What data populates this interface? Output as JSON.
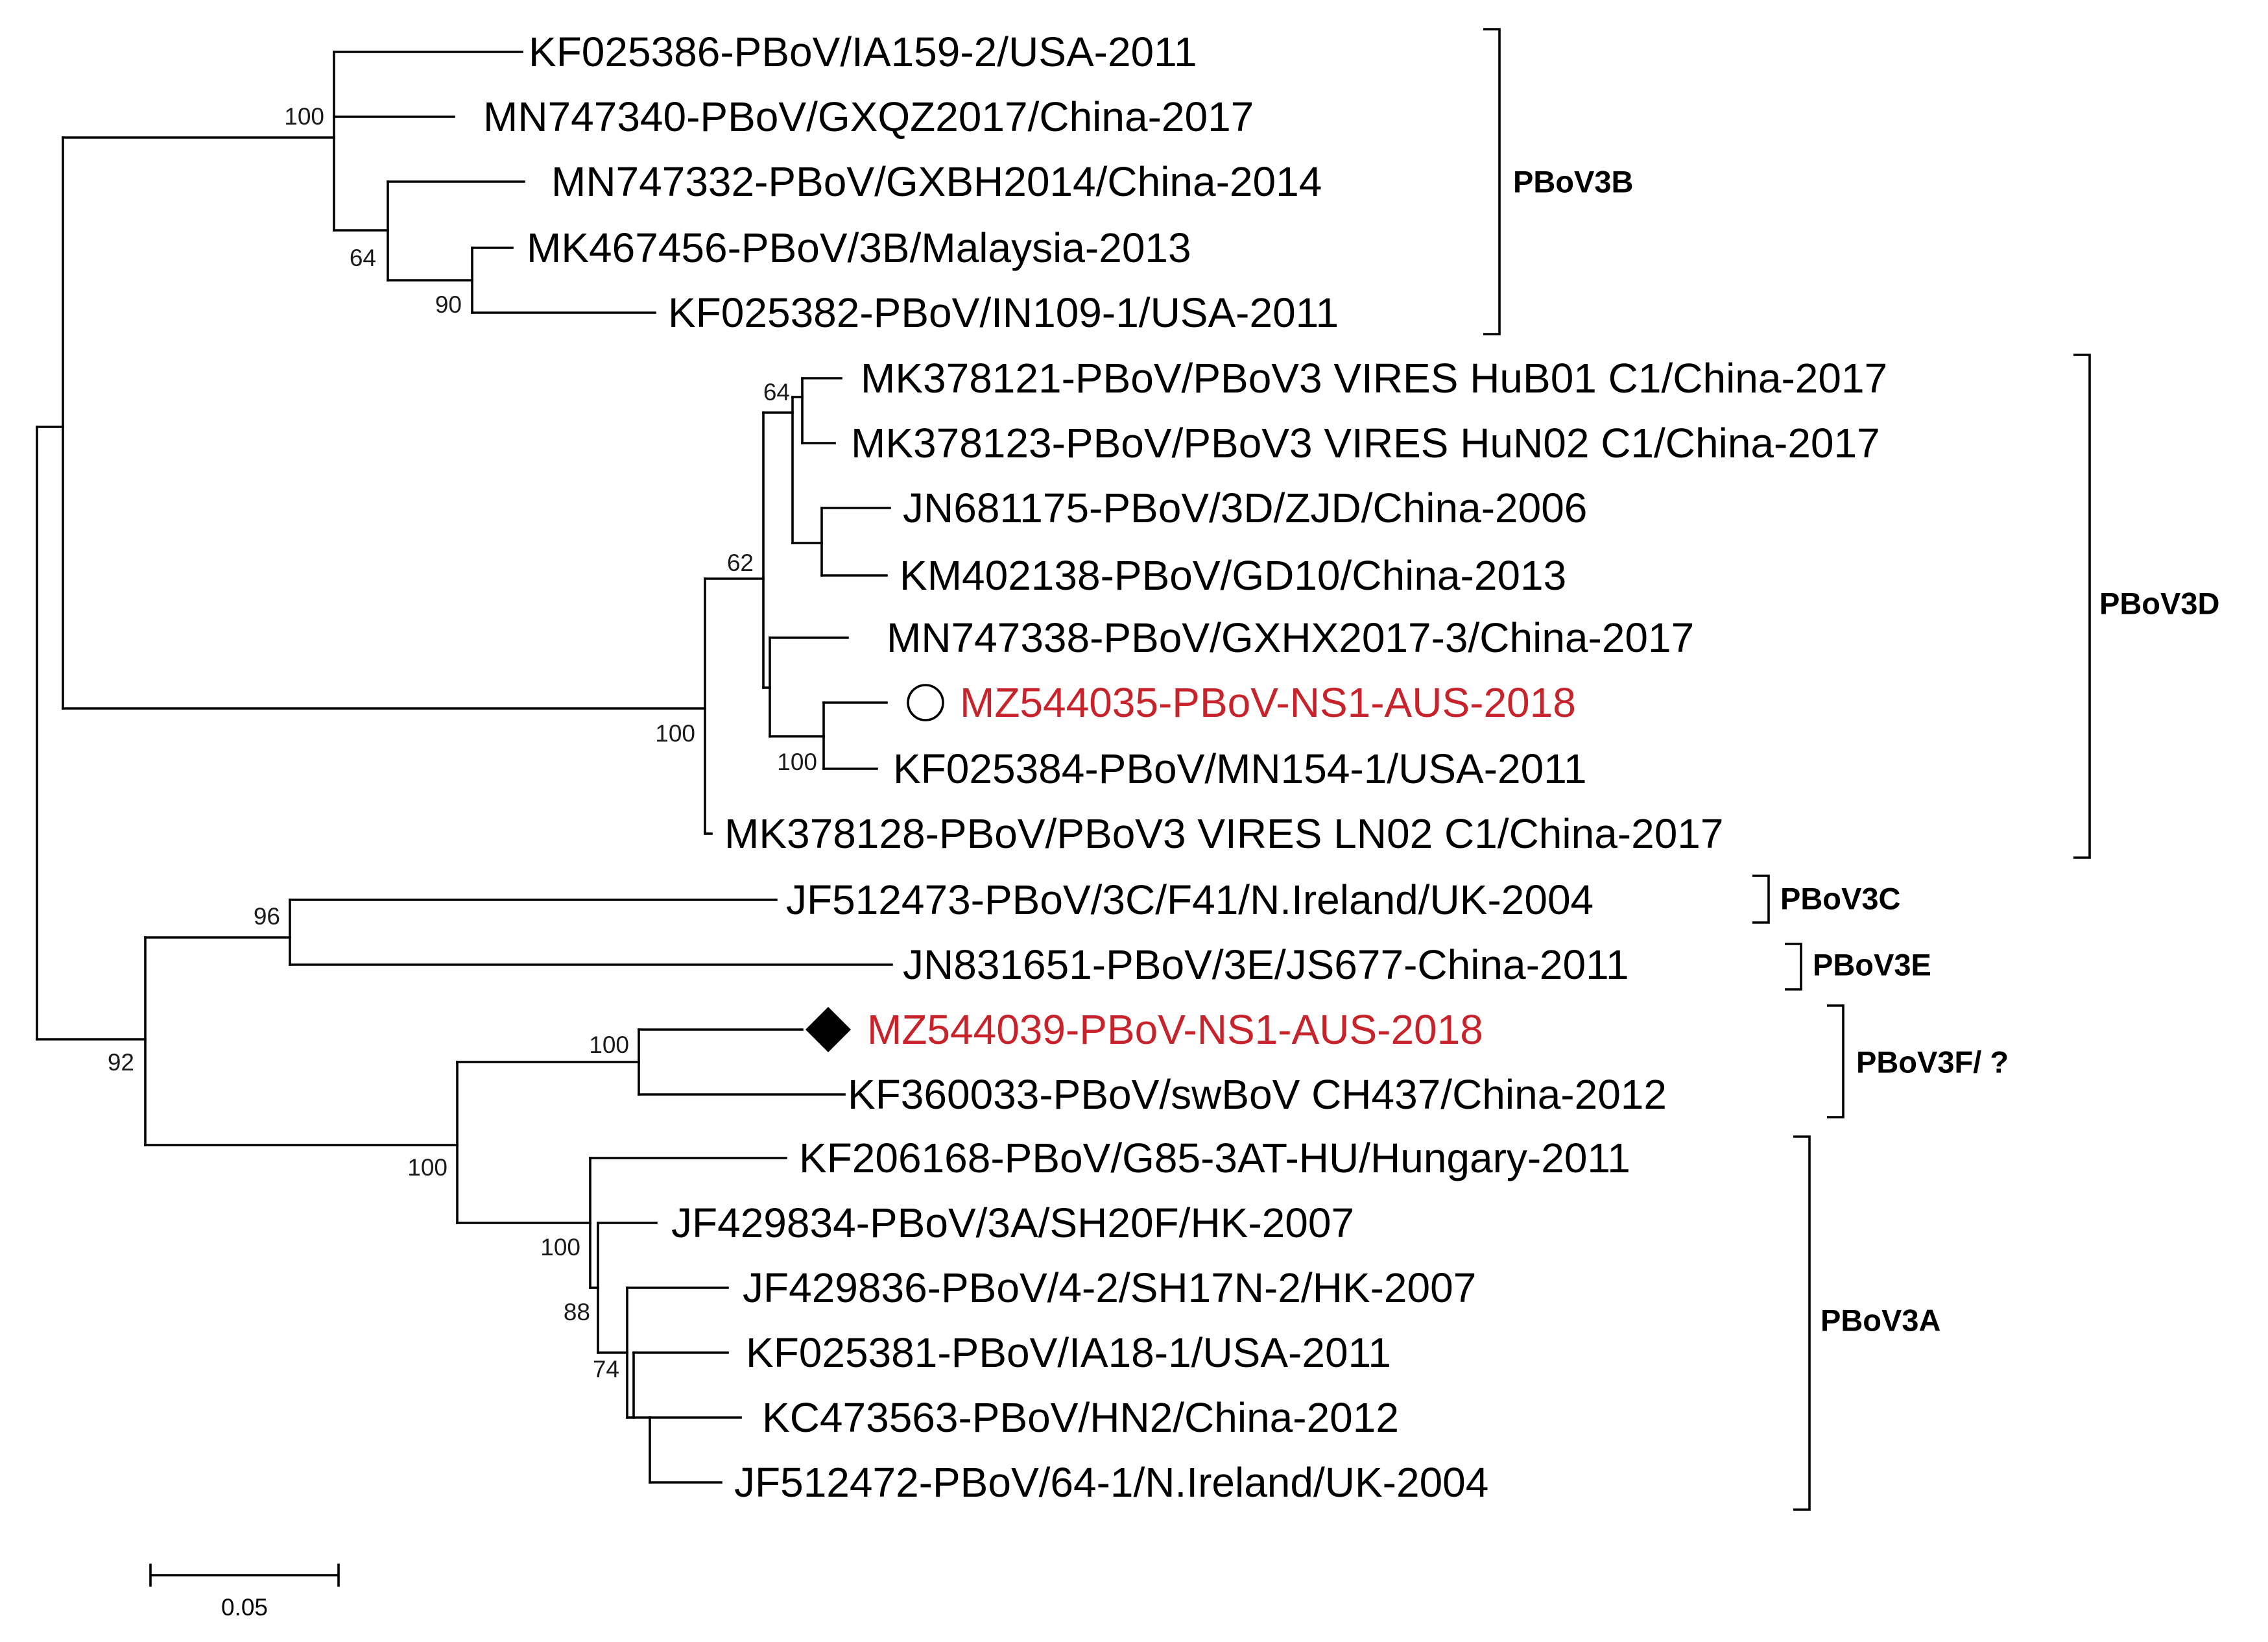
{
  "leaves": [
    {
      "id": "t1",
      "label": "KF025386-PBoV/IA159-2/USA-2011"
    },
    {
      "id": "t2",
      "label": "MN747340-PBoV/GXQZ2017/China-2017"
    },
    {
      "id": "t3",
      "label": "MN747332-PBoV/GXBH2014/China-2014"
    },
    {
      "id": "t4",
      "label": "MK467456-PBoV/3B/Malaysia-2013"
    },
    {
      "id": "t5",
      "label": "KF025382-PBoV/IN109-1/USA-2011"
    },
    {
      "id": "t6",
      "label": "MK378121-PBoV/PBoV3 VIRES HuB01 C1/China-2017"
    },
    {
      "id": "t7",
      "label": "MK378123-PBoV/PBoV3 VIRES HuN02 C1/China-2017"
    },
    {
      "id": "t8",
      "label": "JN681175-PBoV/3D/ZJD/China-2006"
    },
    {
      "id": "t9",
      "label": "KM402138-PBoV/GD10/China-2013"
    },
    {
      "id": "t10",
      "label": "MN747338-PBoV/GXHX2017-3/China-2017"
    },
    {
      "id": "t11",
      "label": "MZ544035-PBoV-NS1-AUS-2018",
      "highlight": true,
      "marker": "open-circle"
    },
    {
      "id": "t12",
      "label": "KF025384-PBoV/MN154-1/USA-2011"
    },
    {
      "id": "t13",
      "label": "MK378128-PBoV/PBoV3 VIRES LN02 C1/China-2017"
    },
    {
      "id": "t14",
      "label": "JF512473-PBoV/3C/F41/N.Ireland/UK-2004"
    },
    {
      "id": "t15",
      "label": "JN831651-PBoV/3E/JS677-China-2011"
    },
    {
      "id": "t16",
      "label": "MZ544039-PBoV-NS1-AUS-2018",
      "highlight": true,
      "marker": "filled-diamond"
    },
    {
      "id": "t17",
      "label": "KF360033-PBoV/swBoV CH437/China-2012"
    },
    {
      "id": "t18",
      "label": "KF206168-PBoV/G85-3AT-HU/Hungary-2011"
    },
    {
      "id": "t19",
      "label": "JF429834-PBoV/3A/SH20F/HK-2007"
    },
    {
      "id": "t20",
      "label": "JF429836-PBoV/4-2/SH17N-2/HK-2007"
    },
    {
      "id": "t21",
      "label": "KF025381-PBoV/IA18-1/USA-2011"
    },
    {
      "id": "t22",
      "label": "KC473563-PBoV/HN2/China-2012"
    },
    {
      "id": "t23",
      "label": "JF512472-PBoV/64-1/N.Ireland/UK-2004"
    }
  ],
  "bootstrap": [
    "100",
    "64",
    "90",
    "64",
    "62",
    "100",
    "100",
    "96",
    "92",
    "100",
    "100",
    "100",
    "88",
    "74"
  ],
  "clades": [
    {
      "id": "c1",
      "label": "PBoV3B"
    },
    {
      "id": "c2",
      "label": "PBoV3D"
    },
    {
      "id": "c3",
      "label": "PBoV3C"
    },
    {
      "id": "c4",
      "label": "PBoV3E"
    },
    {
      "id": "c5",
      "label": "PBoV3F/ ?"
    },
    {
      "id": "c6",
      "label": "PBoV3A"
    }
  ],
  "scale_bar": {
    "label": "0.05"
  },
  "colors": {
    "highlight": "#c8222a",
    "line": "#000000"
  }
}
